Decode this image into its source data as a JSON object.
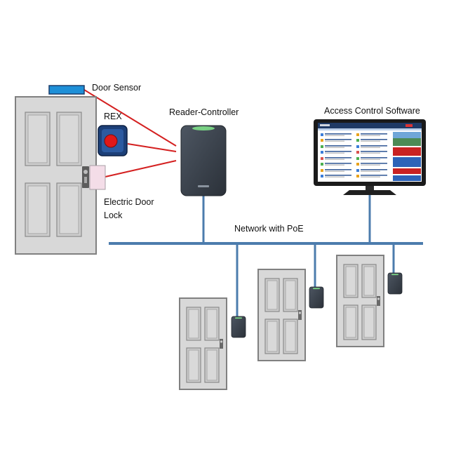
{
  "labels": {
    "door_sensor": "Door Sensor",
    "rex": "REX",
    "reader_controller": "Reader-Controller",
    "access_control_software": "Access Control Software",
    "electric_door_lock": "Electric Door Lock",
    "network": "Network with PoE"
  },
  "colors": {
    "network_line": "#4c7cad",
    "wire": "#d42020",
    "door": "#d8d8d8",
    "door_sensor": "#1e90d8",
    "rex_housing": "#1c3f78",
    "rex_button": "#e01818",
    "electric_lock": "#f4dde8",
    "reader": "#3e4550",
    "reader_led": "#7fe08a"
  }
}
